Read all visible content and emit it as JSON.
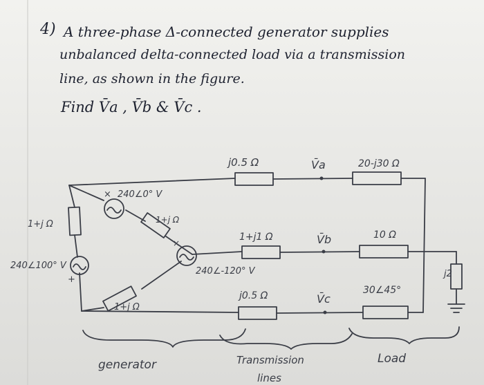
{
  "problem": {
    "number": "4)",
    "line1": "A three-phase Δ-connected generator supplies",
    "line2": "unbalanced delta-connected load via a transmission",
    "line3": "line, as shown in the figure.",
    "line4": "Find V̄a , V̄b & V̄c ."
  },
  "circuit": {
    "line_a_impedance": "j0.5 Ω",
    "line_b_impedance": "1+j1 Ω",
    "line_c_impedance": "j0.5 Ω",
    "va_label": "V̄a",
    "vb_label": "V̄b",
    "vc_label": "V̄c",
    "load_ab": "20-j30 Ω",
    "load_b": "10 Ω",
    "load_c": "30∠45°",
    "load_shunt": "j2",
    "source_1": "240∠0° V",
    "source_2": "240∠100° V",
    "source_3": "240∠-120° V",
    "gen_z1": "1+j Ω",
    "gen_z2": "1+j Ω",
    "gen_z3": "1+j Ω",
    "dot_marker": "×",
    "plus_marker": "+"
  },
  "labels": {
    "generator": "generator",
    "transmission": "Transmission",
    "lines": "lines",
    "load": "Load"
  }
}
